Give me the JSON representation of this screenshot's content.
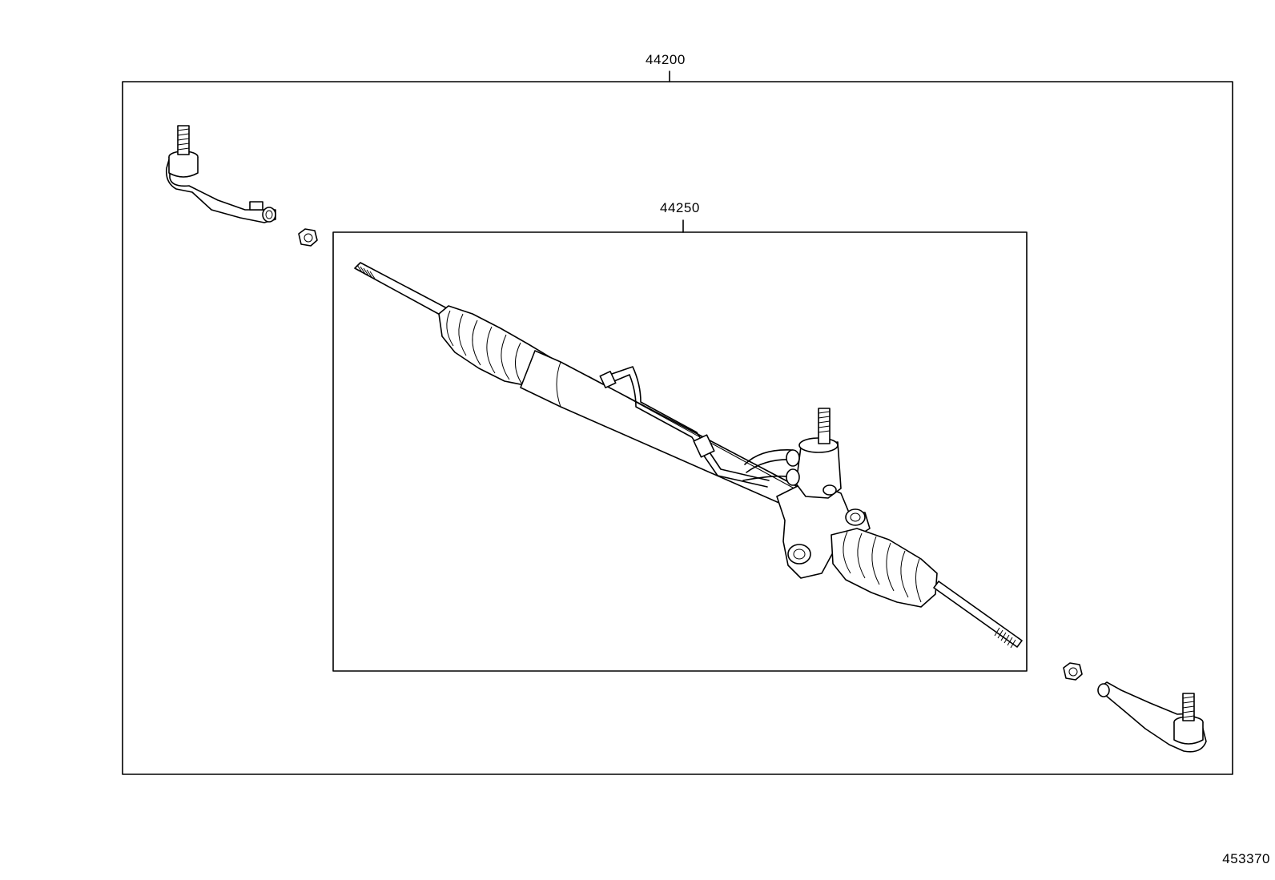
{
  "callouts": {
    "assembly": "44200",
    "gear_assembly": "44250"
  },
  "figure_code": "453370"
}
